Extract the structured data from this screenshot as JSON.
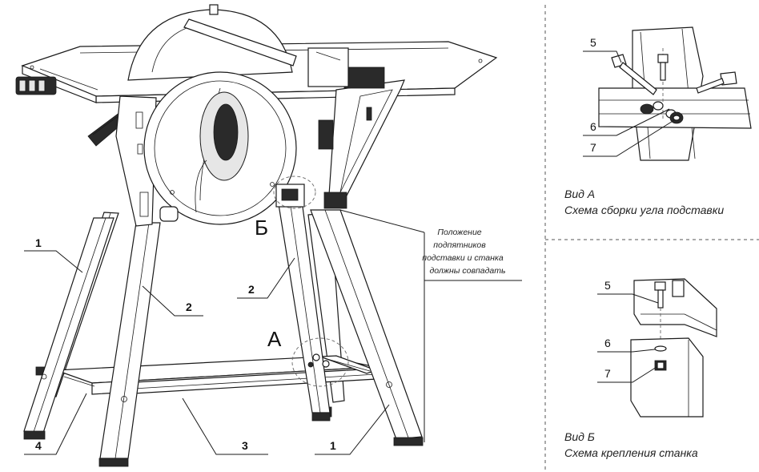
{
  "callouts": {
    "c1_left": "1",
    "c1_right": "1",
    "c2_left": "2",
    "c2_mid": "2",
    "c3": "3",
    "c4": "4",
    "c5_a": "5",
    "c6_a": "6",
    "c7_a": "7",
    "c5_b": "5",
    "c6_b": "6",
    "c7_b": "7"
  },
  "view_markers": {
    "a": "А",
    "b": "Б"
  },
  "note_lines": [
    "Положение",
    "подпятников",
    "подставки и станка",
    "должны совпадать"
  ],
  "view_a": {
    "title": "Вид А",
    "caption": "Схема сборки угла подставки"
  },
  "view_b": {
    "title": "Вид Б",
    "caption": "Схема крепления станка"
  }
}
